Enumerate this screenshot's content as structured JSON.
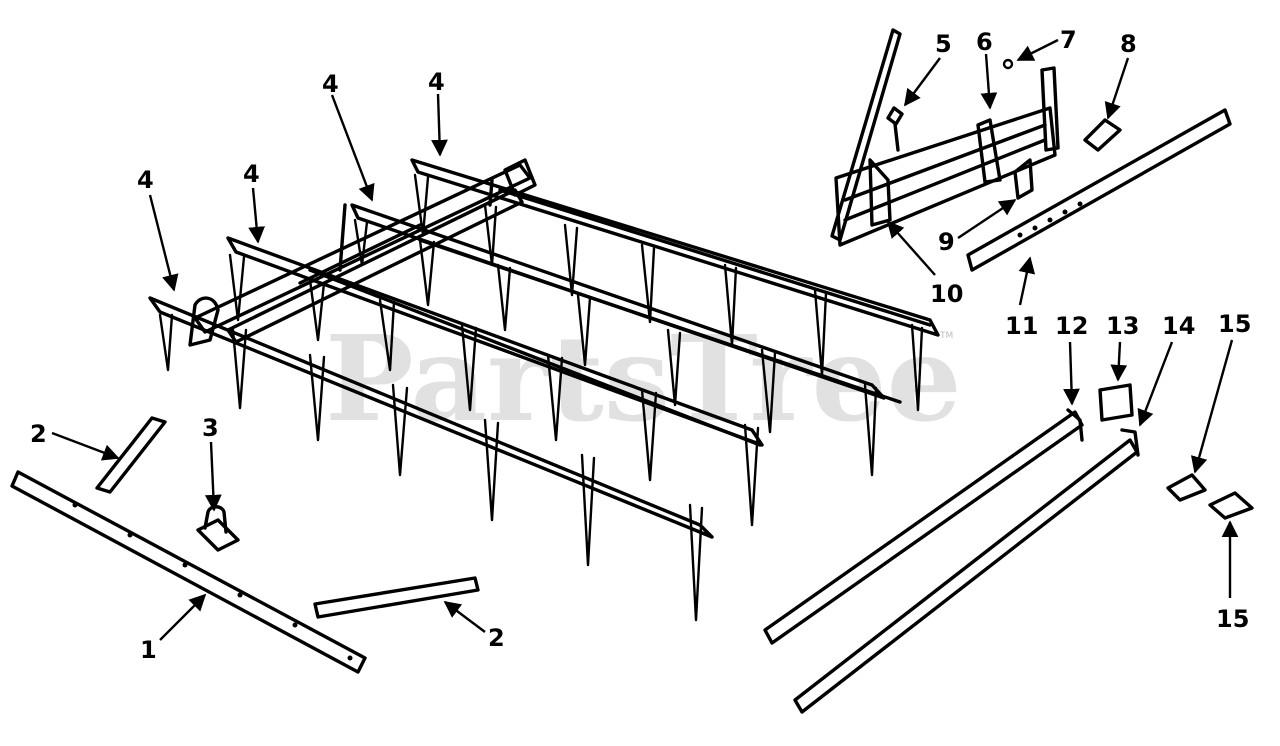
{
  "watermark": {
    "text": "PartsTree",
    "mark": "TM"
  },
  "callouts": [
    {
      "id": "1",
      "label": "1"
    },
    {
      "id": "2a",
      "label": "2"
    },
    {
      "id": "2b",
      "label": "2"
    },
    {
      "id": "3",
      "label": "3"
    },
    {
      "id": "4a",
      "label": "4"
    },
    {
      "id": "4b",
      "label": "4"
    },
    {
      "id": "4c",
      "label": "4"
    },
    {
      "id": "4d",
      "label": "4"
    },
    {
      "id": "5",
      "label": "5"
    },
    {
      "id": "6",
      "label": "6"
    },
    {
      "id": "7",
      "label": "7"
    },
    {
      "id": "8",
      "label": "8"
    },
    {
      "id": "9",
      "label": "9"
    },
    {
      "id": "10",
      "label": "10"
    },
    {
      "id": "11",
      "label": "11"
    },
    {
      "id": "12",
      "label": "12"
    },
    {
      "id": "13",
      "label": "13"
    },
    {
      "id": "14",
      "label": "14"
    },
    {
      "id": "15a",
      "label": "15"
    },
    {
      "id": "15b",
      "label": "15"
    }
  ]
}
